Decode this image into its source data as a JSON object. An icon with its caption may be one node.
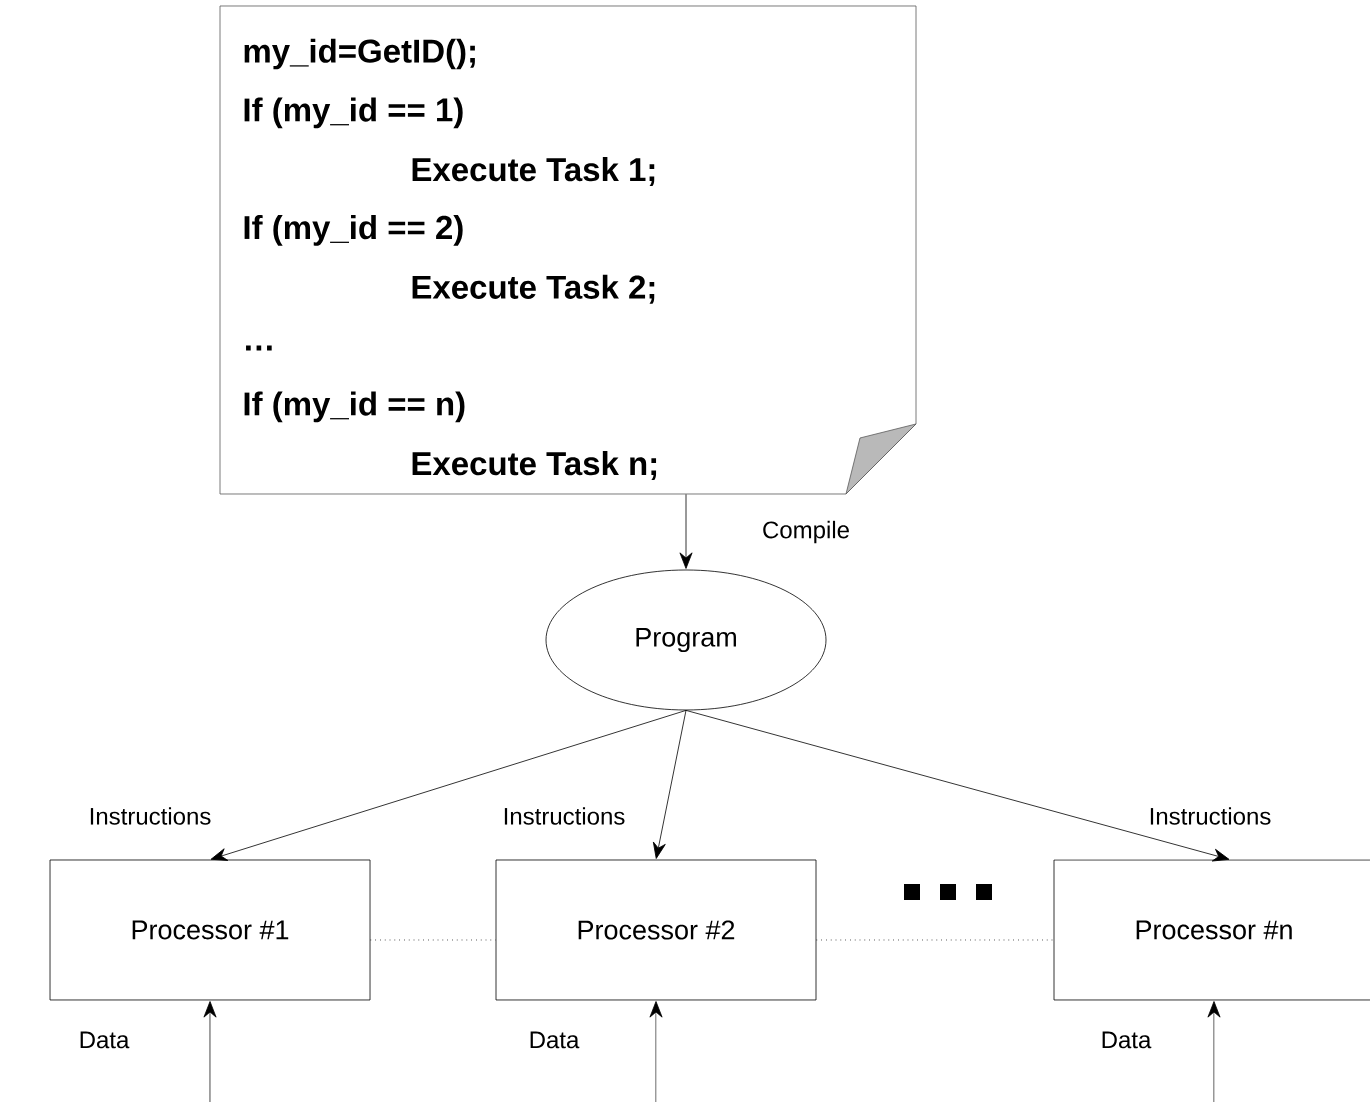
{
  "diagram": {
    "nodes": [
      {
        "text": [
          "my_id=GetID();",
          "If (my_id == 1)",
          "Execute Task 1;",
          "If (my_id == 2)",
          "Execute Task 2;",
          "…",
          "If (my_id == n)",
          "Execute Task n;"
        ]
      },
      {
        "text": [
          "Program"
        ]
      },
      {
        "text": [
          "Processor #1"
        ]
      },
      {
        "text": [
          "Processor #2"
        ]
      },
      {
        "text": [
          "Processor #n"
        ]
      }
    ],
    "edges": [
      {
        "from": 0,
        "to": 1,
        "arrow": "to",
        "label": "Compile"
      },
      {
        "from": 1,
        "to": 2,
        "arrow": "to",
        "label": "Instructions"
      },
      {
        "from": 1,
        "to": 3,
        "arrow": "to",
        "label": "Instructions"
      },
      {
        "from": 1,
        "to": 4,
        "arrow": "to",
        "label": "Instructions"
      },
      {
        "from": 2,
        "to": 3,
        "arrow": "none",
        "style": "dashed"
      },
      {
        "from": 3,
        "to": 4,
        "arrow": "none",
        "style": "dashed"
      },
      {
        "from": null,
        "to": 2,
        "arrow": "to",
        "label": "Data"
      },
      {
        "from": null,
        "to": 3,
        "arrow": "to",
        "label": "Data"
      },
      {
        "from": null,
        "to": 4,
        "arrow": "to",
        "label": "Data"
      }
    ]
  }
}
